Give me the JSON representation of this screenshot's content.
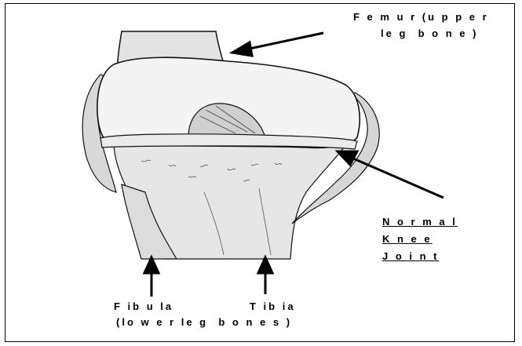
{
  "labels": {
    "femur_line1": "F e m u r (u p p e r",
    "femur_line2": "le g  b o n e )",
    "normal_line1": "N o r m a l",
    "normal_line2": "K n e e",
    "normal_line3": "J o i n t",
    "fibula": "F ib u la",
    "tibia": "T ib ia",
    "lower": "(lo w e r le g  b o n e s )"
  },
  "colors": {
    "bone": "#e6e6e6",
    "bone_light": "#f4f4f4",
    "outline": "#111111"
  }
}
